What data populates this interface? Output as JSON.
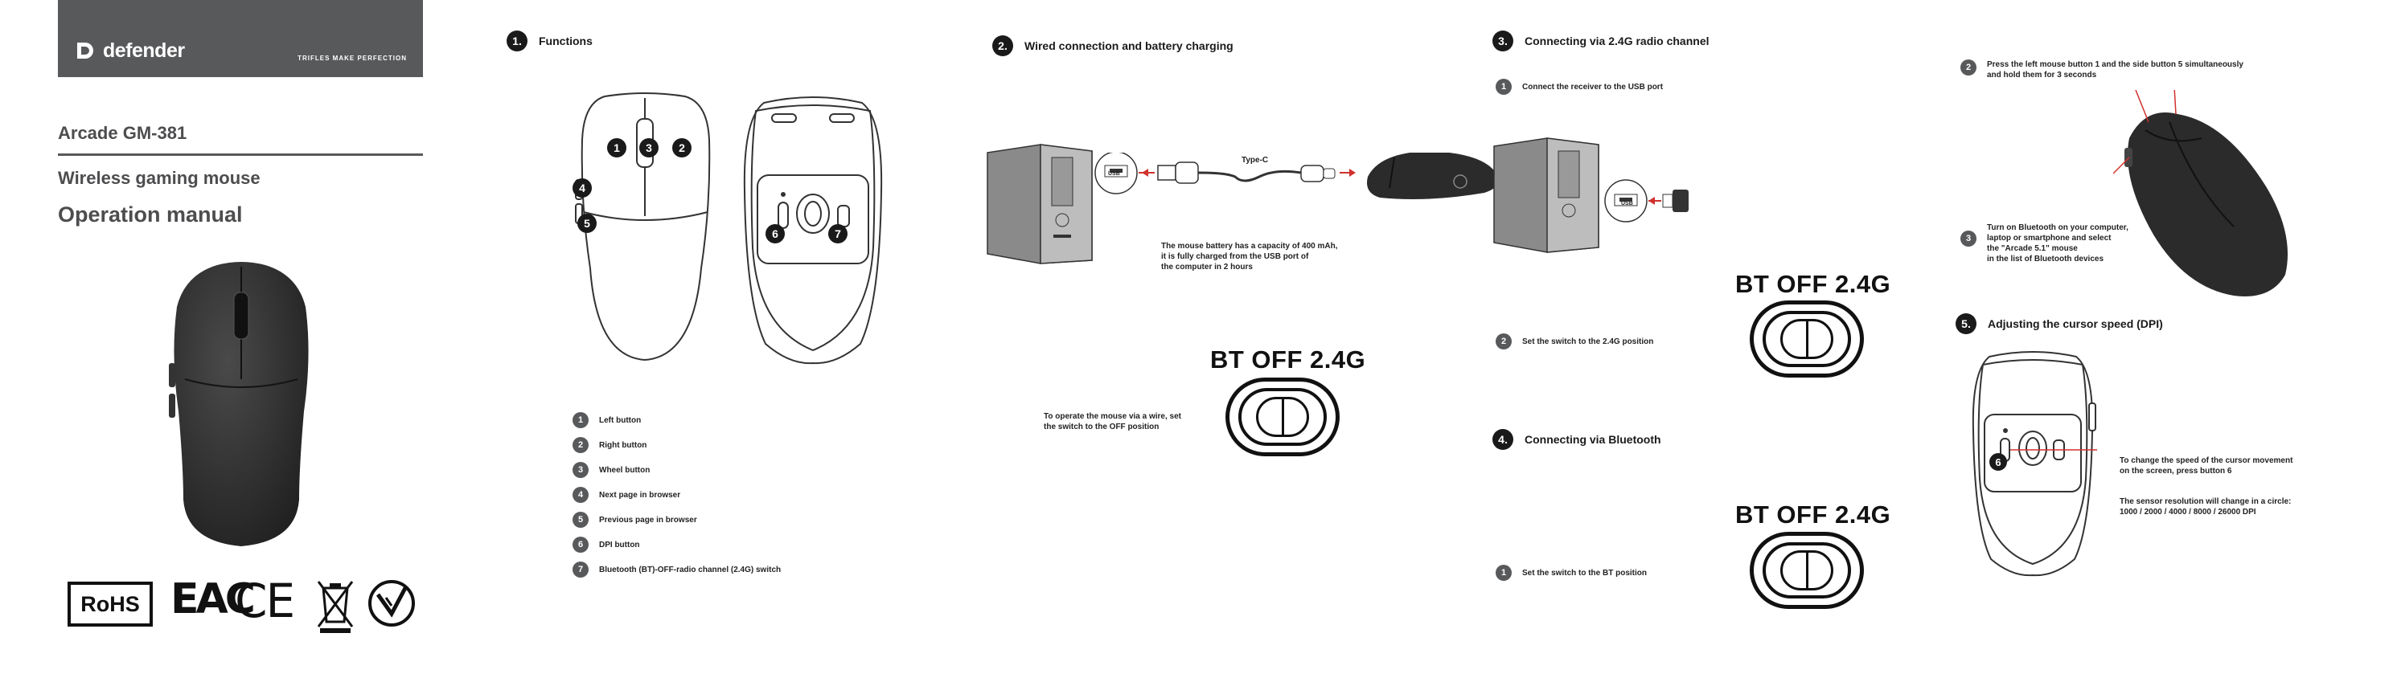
{
  "brand": {
    "logo": "defender",
    "slogan": "TRIFLES MAKE PERFECTION"
  },
  "cover": {
    "model": "Arcade GM-381",
    "subtitle": "Wireless gaming mouse",
    "title": "Operation manual",
    "certifications": [
      "RoHS",
      "EAC",
      "CE",
      "weee-bin-icon",
      "ukrsepro-icon"
    ],
    "rohs_label": "RoHS",
    "eac_label": "EAC",
    "ce_label": "CE"
  },
  "functions": {
    "number": "1.",
    "title": "Functions",
    "callouts": [
      "1",
      "3",
      "2",
      "4",
      "5",
      "6",
      "7"
    ],
    "items": [
      {
        "num": "1",
        "label": "Left button"
      },
      {
        "num": "2",
        "label": "Right button"
      },
      {
        "num": "3",
        "label": "Wheel button"
      },
      {
        "num": "4",
        "label": "Next page in browser"
      },
      {
        "num": "5",
        "label": "Previous page in browser"
      },
      {
        "num": "6",
        "label": "DPI button"
      },
      {
        "num": "7",
        "label": " Bluetooth (BT)-OFF-radio channel (2.4G) switch"
      }
    ]
  },
  "wired": {
    "number": "2.",
    "title": "Wired connection and battery charging",
    "cable_label": "Type-C",
    "usb_label": "USB",
    "battery_note": [
      "The mouse battery has a capacity of 400 mAh,",
      "it is fully charged from the USB port of",
      "the computer in 2 hours"
    ],
    "switch_note": [
      "To operate the mouse via a wire, set",
      "the switch to the OFF position"
    ],
    "modes": "BT OFF 2.4G"
  },
  "radio": {
    "number": "3.",
    "title": "Connecting via 2.4G radio channel",
    "usb_label": "USB",
    "steps": [
      {
        "num": "1",
        "text": "Connect the receiver to the USB port"
      },
      {
        "num": "2",
        "text": "Set the switch to the 2.4G position"
      }
    ],
    "modes": "BT OFF 2.4G"
  },
  "bluetooth": {
    "number": "4.",
    "title": "Connecting via Bluetooth",
    "steps": [
      {
        "num": "1",
        "text": "Set the switch to the BT position"
      },
      {
        "num": "2",
        "lines": [
          "Press the left mouse button 1 and the side button 5 simultaneously",
          "and hold them for 3 seconds"
        ]
      },
      {
        "num": "3",
        "lines": [
          "Turn on Bluetooth on your computer,",
          "laptop or smartphone and select",
          "the \"Arcade 5.1\" mouse",
          "in the list of Bluetooth devices"
        ]
      }
    ],
    "modes": "BT OFF 2.4G"
  },
  "dpi": {
    "number": "5.",
    "title": "Adjusting the cursor speed (DPI)",
    "callout": "6",
    "note1": [
      "To change the speed of the cursor movement",
      "on the screen, press button 6"
    ],
    "note2": [
      "The sensor resolution will change in a circle:",
      "1000 / 2000 / 4000 / 8000 / 26000 DPI"
    ]
  },
  "colors": {
    "header": "#58595b",
    "ink": "#1a1a1a",
    "arrow": "#d0312d",
    "mouse": "#2b2b2b"
  }
}
